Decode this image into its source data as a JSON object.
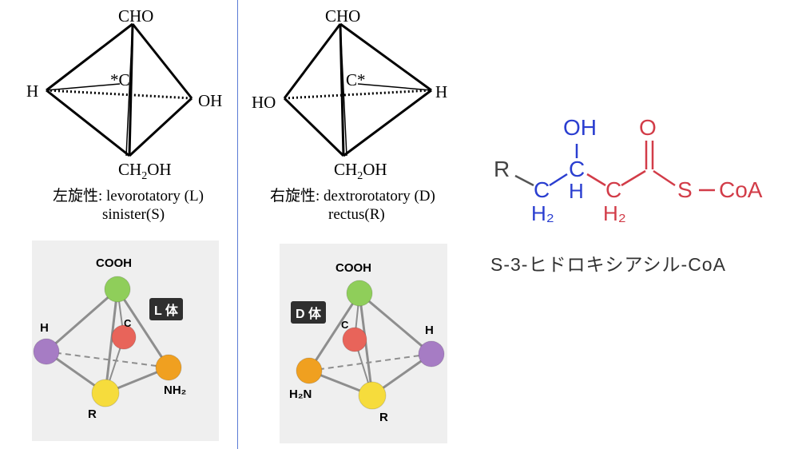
{
  "left_diagram": {
    "top_label": "CHO",
    "left_label": "H",
    "right_label": "OH",
    "center_label": "*C",
    "bottom_label_main": "CH",
    "bottom_label_sub": "2",
    "bottom_label_tail": "OH",
    "caption_line1": "左旋性: levorotatory (L)",
    "caption_line2": "sinister(S)"
  },
  "right_diagram": {
    "top_label": "CHO",
    "left_label": "HO",
    "right_label": "H",
    "center_label": "C*",
    "bottom_label_main": "CH",
    "bottom_label_sub": "2",
    "bottom_label_tail": "OH",
    "caption_line1": "右旋性: dextrorotatory (D)",
    "caption_line2": "rectus(R)"
  },
  "left_model": {
    "badge": "L 体",
    "top": "COOH",
    "left": "H",
    "center": "C",
    "right": "NH₂",
    "bottom": "R",
    "colors": {
      "top": "#8fce5a",
      "left": "#a67cc4",
      "center": "#e8645a",
      "right": "#f0a020",
      "bottom": "#f6dc3c"
    }
  },
  "right_model": {
    "badge": "D 体",
    "top": "COOH",
    "left": "H₂N",
    "center": "C",
    "right": "H",
    "bottom": "R",
    "colors": {
      "top": "#8fce5a",
      "left": "#f0a020",
      "center": "#e8645a",
      "right": "#a67cc4",
      "bottom": "#f6dc3c"
    }
  },
  "molecule": {
    "r": "R",
    "oh": "OH",
    "o": "O",
    "c1": "C",
    "h2_1": "H₂",
    "c2": "C",
    "h": "H",
    "c3": "C",
    "h2_2": "H₂",
    "s": "S",
    "coa": "CoA",
    "caption": "S-3-ヒドロキシアシル-CoA",
    "blue": "#2a3ed0",
    "red": "#d23c48"
  }
}
